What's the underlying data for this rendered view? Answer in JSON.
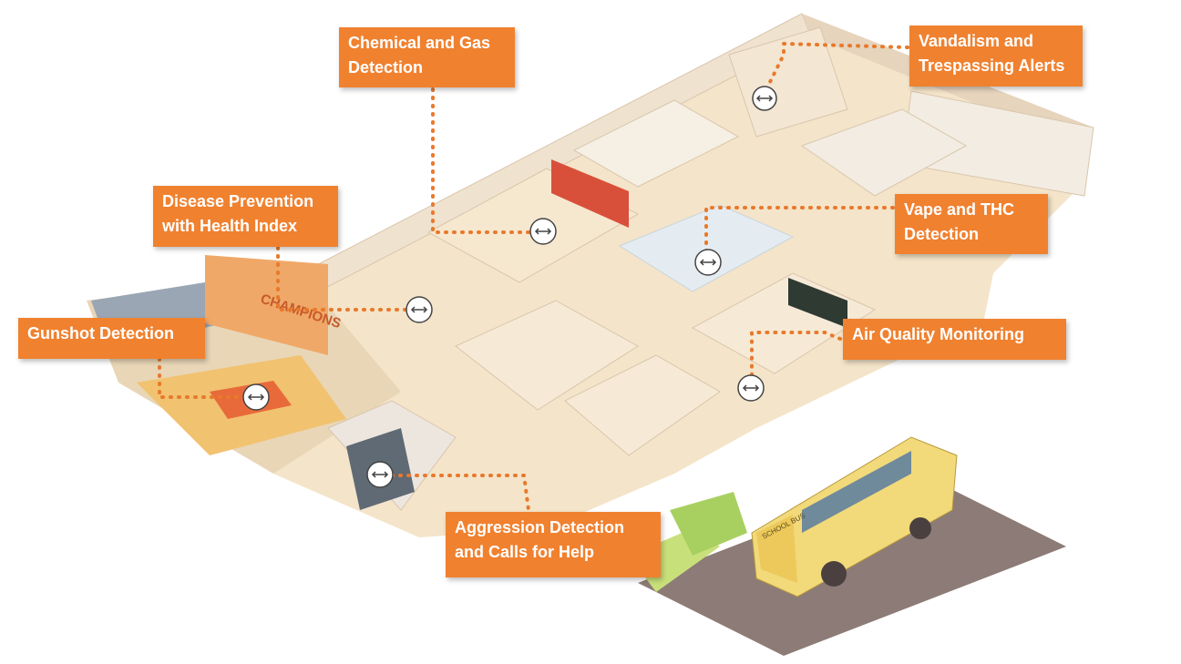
{
  "labels": {
    "chemical": [
      "Chemical and Gas",
      "Detection"
    ],
    "vandalism": [
      "Vandalism and",
      "Trespassing Alerts"
    ],
    "disease": [
      "Disease Prevention",
      "with Health Index"
    ],
    "vape": [
      "Vape and THC",
      "Detection"
    ],
    "gunshot": [
      "Gunshot Detection"
    ],
    "air_quality": [
      "Air Quality Monitoring"
    ],
    "aggression": [
      "Aggression Detection",
      "and Calls for Help"
    ]
  },
  "court_banner": "CHAMPIONS",
  "bus_sign": "SCHOOL BUS",
  "colors": {
    "label_bg": "#f0812f",
    "label_text": "#ffffff",
    "connector": "#e8792c",
    "floor": "#f4e4c9",
    "wall": "#efe2cf",
    "wall_dark": "#d9c6ad",
    "court": "#f1c270",
    "court_key": "#e86a3a",
    "bus": "#f2d97a",
    "grass": "#c8e07a",
    "road": "#8c7b76"
  },
  "sensor_icon": "sensor-circle-icon"
}
